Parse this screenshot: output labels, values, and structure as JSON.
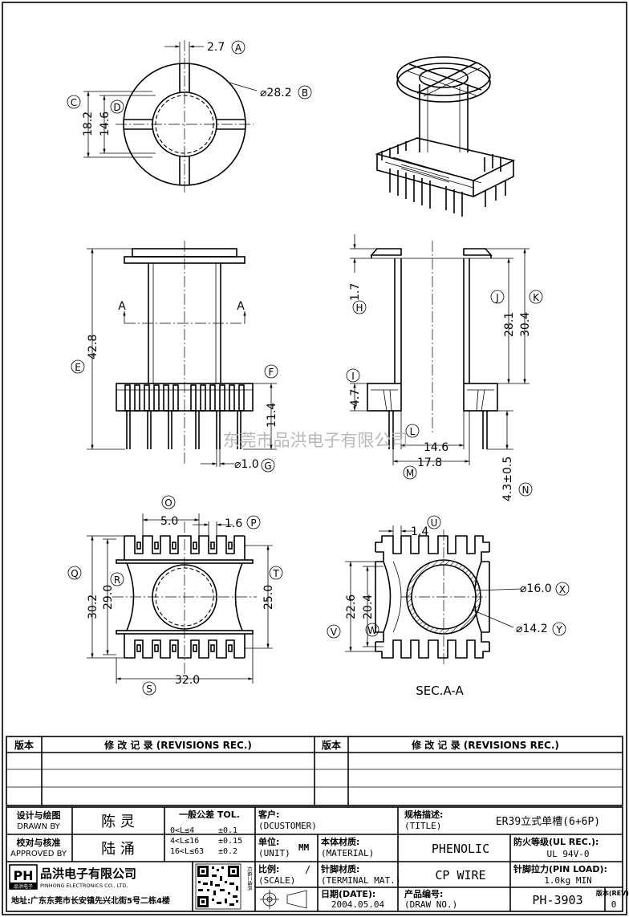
{
  "drawing": {
    "top_view": {
      "dim_a": "2.7",
      "label_a": "A",
      "dim_b": "⌀28.2",
      "label_b": "B",
      "dim_c": "18.2",
      "label_c": "C",
      "dim_d": "14.6",
      "label_d": "D"
    },
    "front_view": {
      "dim_e": "42.8",
      "label_e": "E",
      "dim_f": "11.4",
      "label_f": "F",
      "dim_g": "⌀1.0",
      "label_g": "G",
      "section_mark": "A"
    },
    "side_view": {
      "dim_h": "1.7",
      "label_h": "H",
      "dim_i": "4.7",
      "label_i": "I",
      "dim_j": "28.1",
      "label_j": "J",
      "dim_k": "30.4",
      "label_k": "K",
      "dim_l": "14.6",
      "label_l": "L",
      "dim_m": "17.8",
      "label_m": "M",
      "dim_n": "4.3±0.5",
      "label_n": "N"
    },
    "bottom_view": {
      "dim_o": "5.0",
      "label_o": "O",
      "dim_p": "1.6",
      "label_p": "P",
      "dim_q": "30.2",
      "label_q": "Q",
      "dim_r": "29.0",
      "label_r": "R",
      "dim_s": "32.0",
      "label_s": "S",
      "dim_t": "25.0",
      "label_t": "T"
    },
    "section_view": {
      "dim_u": "1.4",
      "label_u": "U",
      "dim_v": "22.6",
      "label_v": "V",
      "dim_w": "20.4",
      "label_w": "W",
      "dim_x": "⌀16.0",
      "label_x": "X",
      "dim_y": "⌀14.2",
      "label_y": "Y",
      "title": "SEC.A-A"
    },
    "watermark": "东莞市品洪电子有限公司"
  },
  "revisions": {
    "col_version": "版本",
    "col_record": "修 改 记 录 (REVISIONS REC.)"
  },
  "title_block": {
    "designer_label_cn": "设计与绘图",
    "designer_label_en": "DRAWN BY",
    "designer": "陈 灵",
    "approver_label_cn": "校对与核准",
    "approver_label_en": "APPROVED BY",
    "approver": "陆 涌",
    "tol_title": "一般公差 TOL.",
    "tol_rows": [
      {
        "range": "0<L≤4",
        "tol": "±0.1"
      },
      {
        "range": "4<L≤16",
        "tol": "±0.15"
      },
      {
        "range": "16<L≤63",
        "tol": "±0.2"
      }
    ],
    "customer_label": "客户:",
    "customer_label_en": "(DCUSTOMER)",
    "unit_label": "单位:",
    "unit_label_en": "(UNIT)",
    "unit": "MM",
    "scale_label": "比例:",
    "scale_label_en": "(SCALE)",
    "scale": "/",
    "date_label": "日期(DATE):",
    "date": "2004.05.04",
    "title_label": "规格描述:",
    "title_label_en": "(TITLE)",
    "title": "ER39立式单槽(6+6P)",
    "material_label": "本体材质:",
    "material_label_en": "(MATERIAL)",
    "material": "PHENOLIC",
    "ul_label": "防火等级(UL REC.):",
    "ul": "UL 94V-0",
    "terminal_label": "针脚材质:",
    "terminal_label_en": "(TERMINAL MAT.)",
    "terminal": "CP WIRE",
    "pin_load_label": "针脚拉力(PIN LOAD):",
    "pin_load": "1.0kg MIN",
    "part_no_label": "产品编号:",
    "part_no_label_en": "(DRAW NO.)",
    "part_no": "PH-3903",
    "rev_label": "版本(REV):",
    "rev": "0",
    "company_cn": "品洪电子有限公司",
    "company_en": "PINHONG ELECTRONICS CO., LTD.",
    "logo_text": "PH",
    "logo_sub": "品洪电子",
    "address": "地址:广东东莞市长安镇先兴北街5号二栋4楼",
    "qr_caption": "扫描二维码"
  }
}
